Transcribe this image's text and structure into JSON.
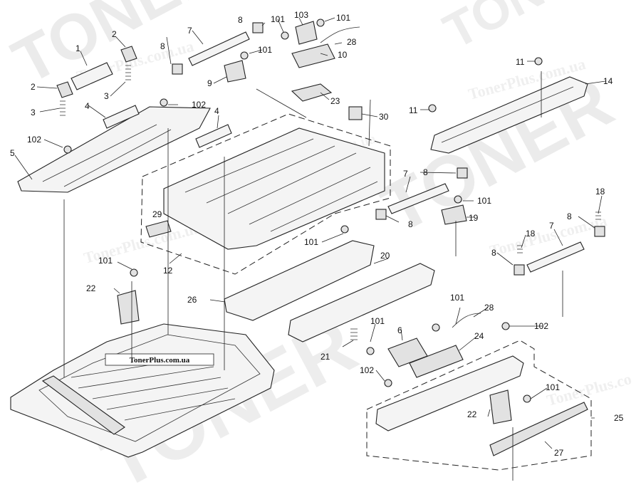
{
  "watermarks": {
    "brand_big": "TONER",
    "brand_site": "TonerPlus.com.ua",
    "brand_script": "TonerPlus.co"
  },
  "stamp_text": "TonerPlus.com.ua",
  "callouts": [
    {
      "id": "c-1",
      "text": "1"
    },
    {
      "id": "c-2a",
      "text": "2"
    },
    {
      "id": "c-2b",
      "text": "2"
    },
    {
      "id": "c-3a",
      "text": "3"
    },
    {
      "id": "c-3b",
      "text": "3"
    },
    {
      "id": "c-4a",
      "text": "4"
    },
    {
      "id": "c-4b",
      "text": "4"
    },
    {
      "id": "c-5",
      "text": "5"
    },
    {
      "id": "c-6",
      "text": "6"
    },
    {
      "id": "c-7a",
      "text": "7"
    },
    {
      "id": "c-7b",
      "text": "7"
    },
    {
      "id": "c-7c",
      "text": "7"
    },
    {
      "id": "c-8a",
      "text": "8"
    },
    {
      "id": "c-8b",
      "text": "8"
    },
    {
      "id": "c-8c",
      "text": "8"
    },
    {
      "id": "c-8d",
      "text": "8"
    },
    {
      "id": "c-8e",
      "text": "8"
    },
    {
      "id": "c-8f",
      "text": "8"
    },
    {
      "id": "c-9",
      "text": "9"
    },
    {
      "id": "c-10",
      "text": "10"
    },
    {
      "id": "c-11a",
      "text": "11"
    },
    {
      "id": "c-11b",
      "text": "11"
    },
    {
      "id": "c-12",
      "text": "12"
    },
    {
      "id": "c-14",
      "text": "14"
    },
    {
      "id": "c-18a",
      "text": "18"
    },
    {
      "id": "c-18b",
      "text": "18"
    },
    {
      "id": "c-19",
      "text": "19"
    },
    {
      "id": "c-20",
      "text": "20"
    },
    {
      "id": "c-21",
      "text": "21"
    },
    {
      "id": "c-22a",
      "text": "22"
    },
    {
      "id": "c-22b",
      "text": "22"
    },
    {
      "id": "c-23",
      "text": "23"
    },
    {
      "id": "c-24",
      "text": "24"
    },
    {
      "id": "c-25",
      "text": "25"
    },
    {
      "id": "c-26",
      "text": "26"
    },
    {
      "id": "c-27",
      "text": "27"
    },
    {
      "id": "c-28a",
      "text": "28"
    },
    {
      "id": "c-28b",
      "text": "28"
    },
    {
      "id": "c-29",
      "text": "29"
    },
    {
      "id": "c-30",
      "text": "30"
    },
    {
      "id": "c-101a",
      "text": "101"
    },
    {
      "id": "c-101b",
      "text": "101"
    },
    {
      "id": "c-101c",
      "text": "101"
    },
    {
      "id": "c-101d",
      "text": "101"
    },
    {
      "id": "c-101e",
      "text": "101"
    },
    {
      "id": "c-101f",
      "text": "101"
    },
    {
      "id": "c-101g",
      "text": "101"
    },
    {
      "id": "c-101h",
      "text": "101"
    },
    {
      "id": "c-101i",
      "text": "101"
    },
    {
      "id": "c-102a",
      "text": "102"
    },
    {
      "id": "c-102b",
      "text": "102"
    },
    {
      "id": "c-102c",
      "text": "102"
    },
    {
      "id": "c-102d",
      "text": "102"
    },
    {
      "id": "c-103",
      "text": "103"
    }
  ]
}
